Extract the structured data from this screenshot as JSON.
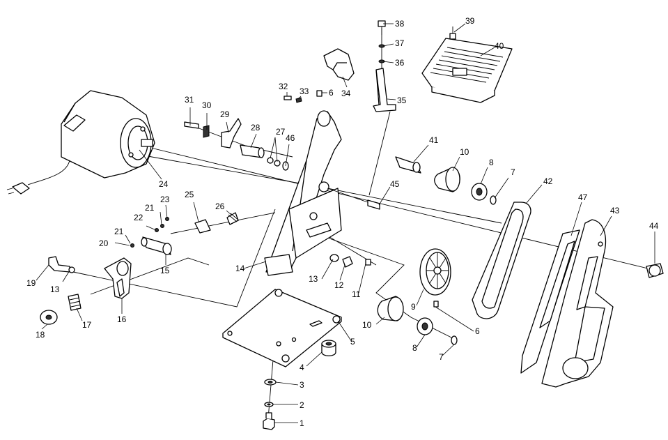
{
  "callouts": {
    "c1": "1",
    "c2": "2",
    "c3": "3",
    "c4": "4",
    "c5": "5",
    "c6a": "6",
    "c6b": "6",
    "c7a": "7",
    "c7b": "7",
    "c8a": "8",
    "c8b": "8",
    "c9": "9",
    "c10a": "10",
    "c10b": "10",
    "c11": "11",
    "c12": "12",
    "c13a": "13",
    "c13b": "13",
    "c14": "14",
    "c15": "15",
    "c16": "16",
    "c17": "17",
    "c18": "18",
    "c19": "19",
    "c20": "20",
    "c21a": "21",
    "c21b": "21",
    "c22": "22",
    "c23": "23",
    "c24": "24",
    "c25": "25",
    "c26": "26",
    "c27": "27",
    "c28": "28",
    "c29": "29",
    "c30": "30",
    "c31": "31",
    "c32": "32",
    "c33": "33",
    "c34": "34",
    "c35": "35",
    "c36": "36",
    "c37": "37",
    "c38": "38",
    "c39": "39",
    "c40": "40",
    "c41": "41",
    "c42": "42",
    "c43": "43",
    "c44": "44",
    "c45": "45",
    "c46": "46",
    "c47": "47"
  },
  "colors": {
    "ink": "#000000",
    "paper": "#ffffff"
  }
}
